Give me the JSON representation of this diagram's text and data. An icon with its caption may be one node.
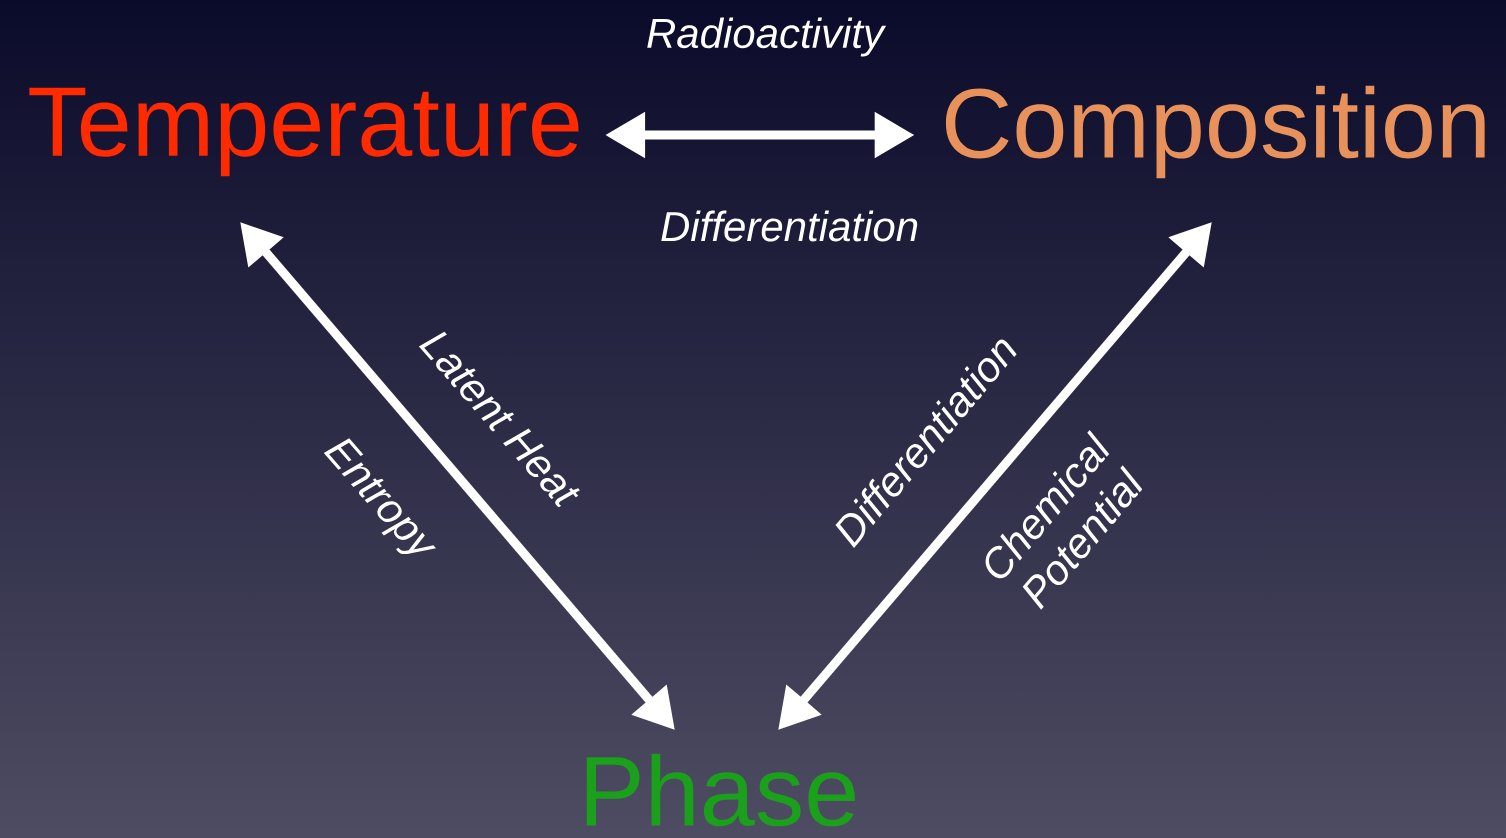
{
  "diagram": {
    "nodes": [
      {
        "text": [
          "Temperature"
        ]
      },
      {
        "text": [
          "Composition"
        ]
      },
      {
        "text": [
          "Phase"
        ]
      }
    ],
    "edges": [
      {
        "from": 0,
        "to": 1,
        "arrow": "both",
        "label": "Radioactivity"
      },
      {
        "from": 0,
        "to": 2,
        "arrow": "both",
        "label": "Latent Heat"
      },
      {
        "from": 1,
        "to": 2,
        "arrow": "both",
        "label": "Differentiation"
      }
    ],
    "labels": [
      "Differentiation",
      "Entropy",
      "Chemical Potential"
    ]
  }
}
